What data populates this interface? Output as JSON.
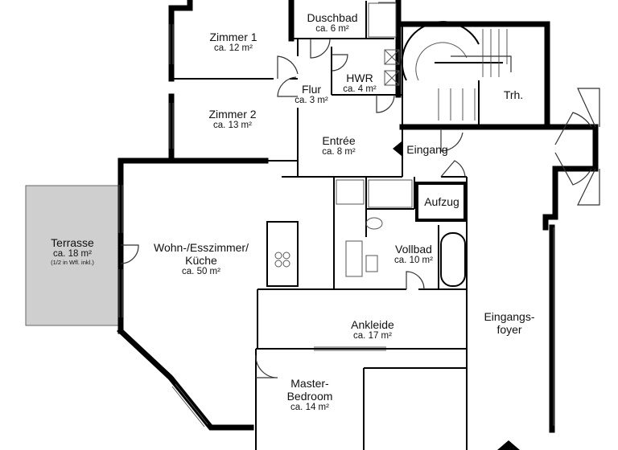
{
  "rooms": [
    {
      "id": "zimmer1",
      "name": "Zimmer 1",
      "area": "ca. 12 m²"
    },
    {
      "id": "duschbad",
      "name": "Duschbad",
      "area": "ca. 6 m²"
    },
    {
      "id": "flur",
      "name": "Flur",
      "area": "ca. 3 m²"
    },
    {
      "id": "hwr",
      "name": "HWR",
      "area": "ca. 4 m²"
    },
    {
      "id": "trh",
      "name": "Trh.",
      "area": ""
    },
    {
      "id": "zimmer2",
      "name": "Zimmer 2",
      "area": "ca. 13 m²"
    },
    {
      "id": "entree",
      "name": "Entrée",
      "area": "ca. 8 m²"
    },
    {
      "id": "eingang",
      "name": "Eingang",
      "area": ""
    },
    {
      "id": "aufzug",
      "name": "Aufzug",
      "area": ""
    },
    {
      "id": "terrasse",
      "name": "Terrasse",
      "area": "ca. 18 m²",
      "note": "(1/2 in Wfl. inkl.)"
    },
    {
      "id": "wohnkueche",
      "name": "Wohn-/Esszimmer/",
      "name2": "Küche",
      "area": "ca. 50 m²"
    },
    {
      "id": "vollbad",
      "name": "Vollbad",
      "area": "ca. 10 m²"
    },
    {
      "id": "ankleide",
      "name": "Ankleide",
      "area": "ca. 17 m²"
    },
    {
      "id": "foyer",
      "name": "Eingangs-",
      "name2": "foyer",
      "area": ""
    },
    {
      "id": "master",
      "name": "Master-",
      "name2": "Bedroom",
      "area": "ca. 14 m²"
    }
  ],
  "colors": {
    "wall": "#000000",
    "terrace": "#cfcfcf",
    "background": "#ffffff"
  }
}
